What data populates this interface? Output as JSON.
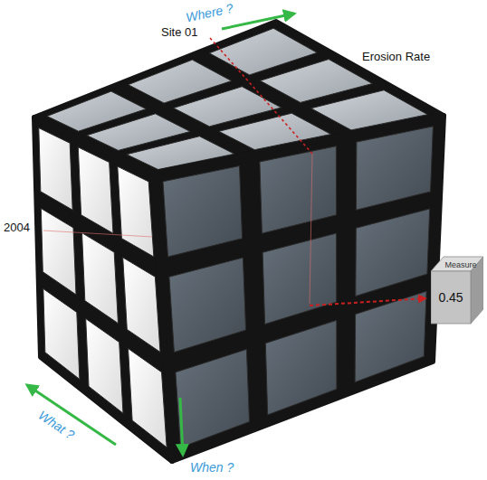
{
  "diagram": {
    "nodes": [
      {
        "text": [
          "Measure",
          "0.45"
        ]
      }
    ],
    "labels": [
      "Where ?",
      "Site 01",
      "Erosion Rate",
      "2004",
      "What ?",
      "When ?"
    ]
  }
}
